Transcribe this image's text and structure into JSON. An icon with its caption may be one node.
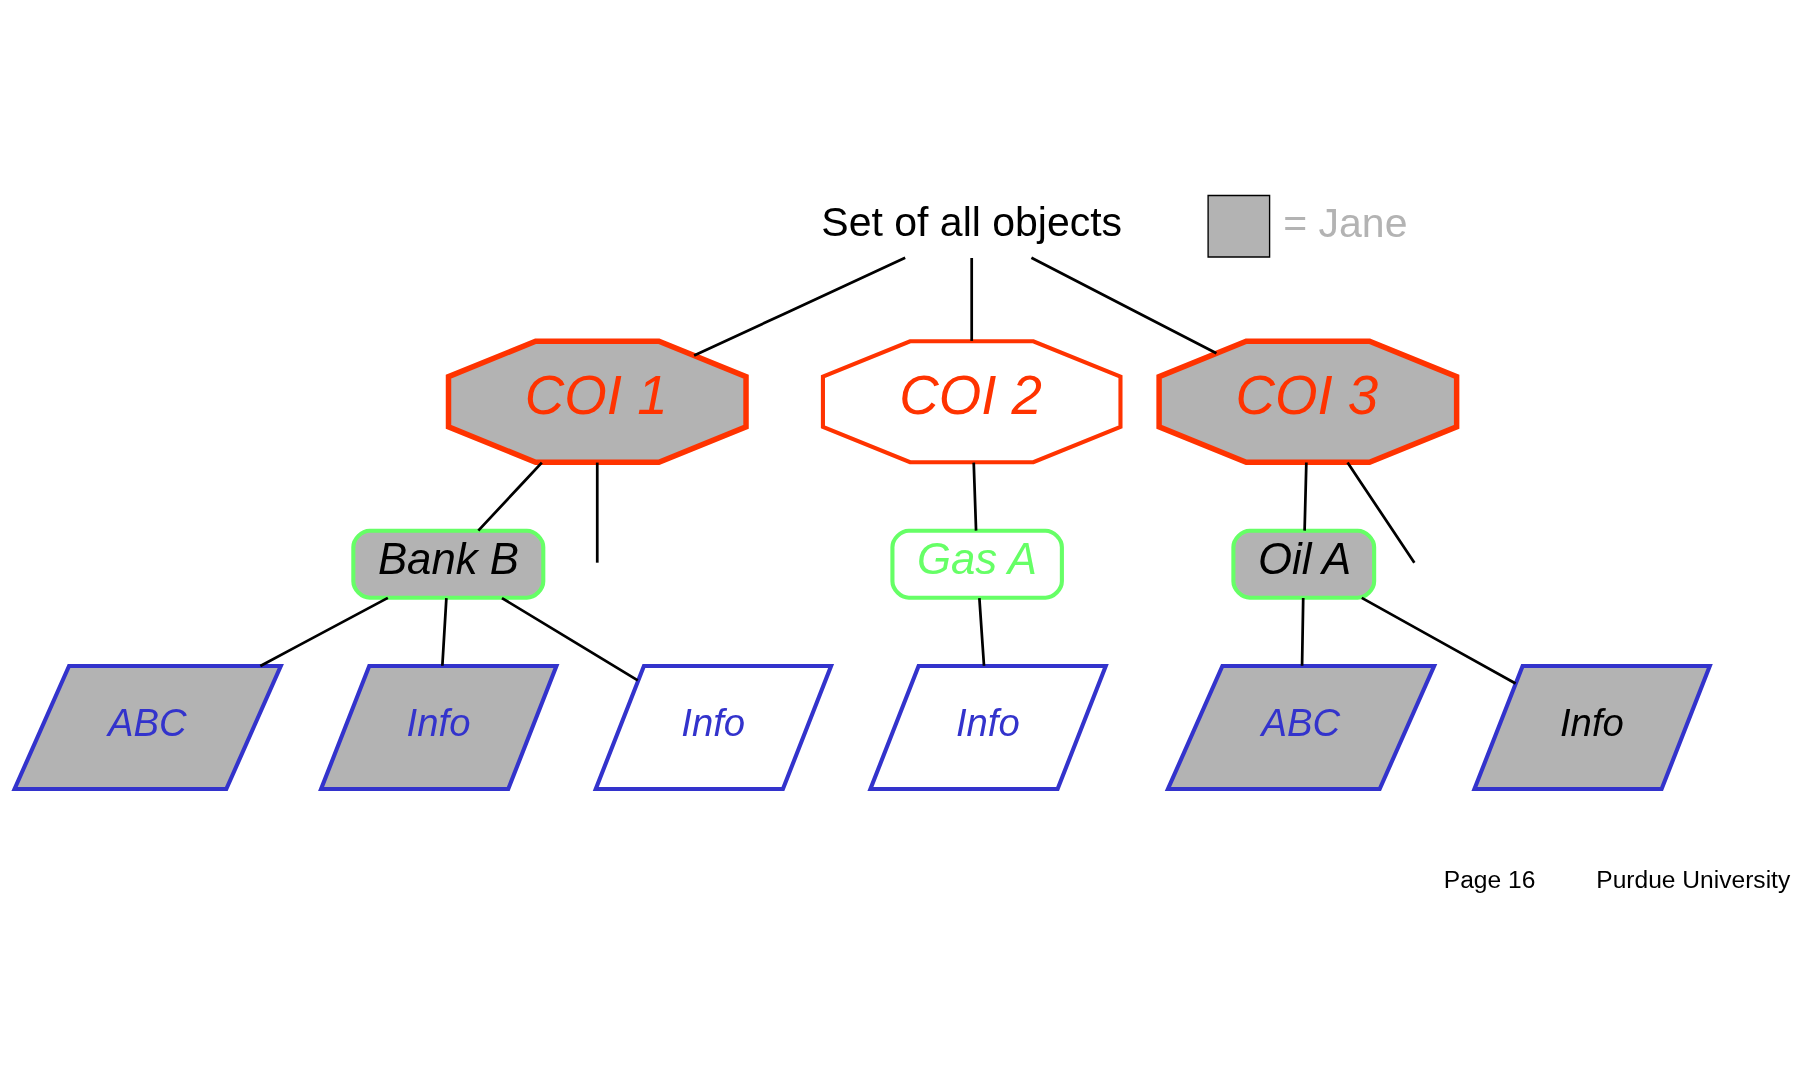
{
  "diagram": {
    "nodes": [
      {
        "text": [
          "Set of all objects"
        ]
      },
      {
        "text": [
          "COI 1"
        ]
      },
      {
        "text": [
          "COI 2"
        ]
      },
      {
        "text": [
          "COI 3"
        ]
      },
      {
        "text": [
          "Bank B"
        ]
      },
      {
        "text": [
          "Gas A"
        ]
      },
      {
        "text": [
          "Oil A"
        ]
      },
      {
        "text": [
          "ABC"
        ]
      },
      {
        "text": [
          "Info"
        ]
      },
      {
        "text": [
          "Info"
        ]
      },
      {
        "text": [
          "Info"
        ]
      },
      {
        "text": [
          "ABC"
        ]
      },
      {
        "text": [
          "Info"
        ]
      }
    ],
    "edges": [
      {
        "from": 0,
        "to": 1,
        "arrow": "none"
      },
      {
        "from": 0,
        "to": 2,
        "arrow": "none"
      },
      {
        "from": 0,
        "to": 3,
        "arrow": "none"
      },
      {
        "from": 1,
        "to": null,
        "arrow": "none"
      },
      {
        "from": 1,
        "to": 4,
        "arrow": "none"
      },
      {
        "from": 2,
        "to": 5,
        "arrow": "none"
      },
      {
        "from": 3,
        "to": 6,
        "arrow": "none"
      },
      {
        "from": 3,
        "to": null,
        "arrow": "none"
      },
      {
        "from": 4,
        "to": 7,
        "arrow": "none"
      },
      {
        "from": 4,
        "to": 8,
        "arrow": "none"
      },
      {
        "from": 4,
        "to": 9,
        "arrow": "none"
      },
      {
        "from": 5,
        "to": 10,
        "arrow": "none"
      },
      {
        "from": 6,
        "to": 11,
        "arrow": "none"
      },
      {
        "from": 6,
        "to": 12,
        "arrow": "none"
      }
    ],
    "labels": [
      "Page 16",
      "Purdue University"
    ],
    "legend": [
      {
        "text": "= Jane",
        "color": "#b3b3b3"
      }
    ]
  }
}
